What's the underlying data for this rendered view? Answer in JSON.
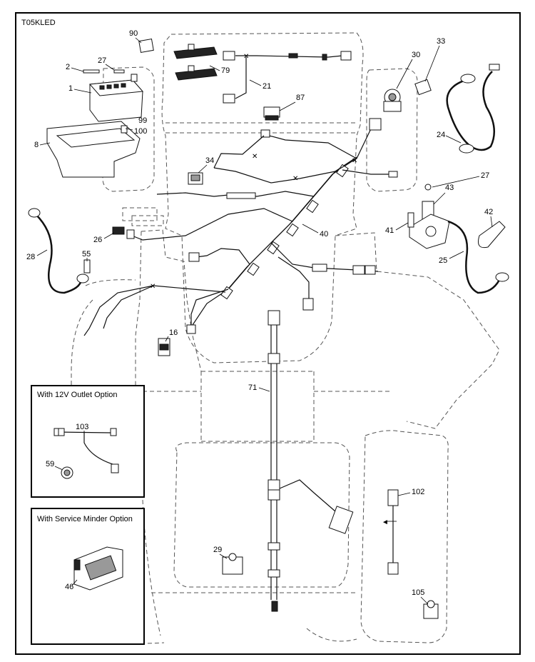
{
  "diagram_code": "T05KLED",
  "insets": {
    "outlet": {
      "title": "With 12V Outlet Option",
      "parts": [
        "103",
        "59"
      ]
    },
    "service_minder": {
      "title": "With Service Minder Option",
      "parts": [
        "46"
      ]
    }
  },
  "callouts": [
    "90",
    "2",
    "27",
    "1",
    "99",
    "100",
    "8",
    "79",
    "21",
    "87",
    "30",
    "33",
    "24",
    "34",
    "27",
    "43",
    "42",
    "41",
    "25",
    "28",
    "55",
    "26",
    "40",
    "16",
    "71",
    "29",
    "102",
    "105"
  ]
}
